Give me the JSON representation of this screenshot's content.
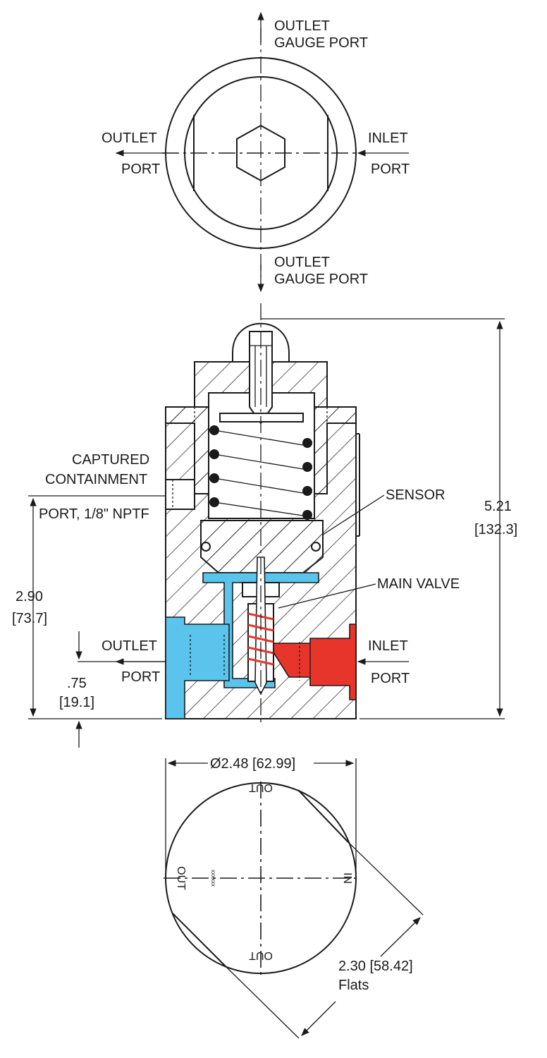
{
  "top_view": {
    "outlet_gauge_port_top": [
      "OUTLET",
      "GAUGE PORT"
    ],
    "outlet_gauge_port_bottom": [
      "OUTLET",
      "GAUGE PORT"
    ],
    "outlet_port": [
      "OUTLET",
      "PORT"
    ],
    "inlet_port": [
      "INLET",
      "PORT"
    ]
  },
  "section_view": {
    "captured_containment": [
      "CAPTURED",
      "CONTAINMENT",
      "PORT, 1/8\" NPTF"
    ],
    "sensor": "SENSOR",
    "main_valve": "MAIN VALVE",
    "outlet_port": [
      "OUTLET",
      "PORT"
    ],
    "inlet_port": [
      "INLET",
      "PORT"
    ],
    "overall_height": [
      "5.21",
      "[132.3]"
    ],
    "containment_height": [
      "2.90",
      "[73.7]"
    ],
    "port_height": [
      ".75",
      "[19.1]"
    ],
    "colors": {
      "outlet_flow": "#5bc4ec",
      "inlet_flow": "#e8352b"
    }
  },
  "bottom_view": {
    "diameter": "Ø2.48 [62.99]",
    "flats": [
      "2.30 [58.42]",
      "Flats"
    ],
    "out_top": "OUT",
    "out_left": "OUT",
    "out_bottom": "OUT",
    "in_right": "IN",
    "serial_mark": "xxxxxx"
  }
}
